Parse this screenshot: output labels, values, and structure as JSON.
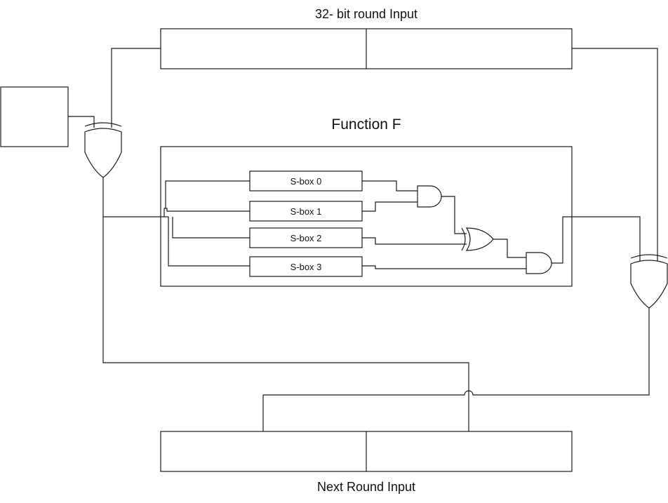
{
  "diagram": {
    "top_label": "32- bit round Input",
    "function_label": "Function F",
    "bottom_label": "Next Round Input",
    "sboxes": [
      "S-box 0",
      "S-box 1",
      "S-box 2",
      "S-box 3"
    ]
  }
}
